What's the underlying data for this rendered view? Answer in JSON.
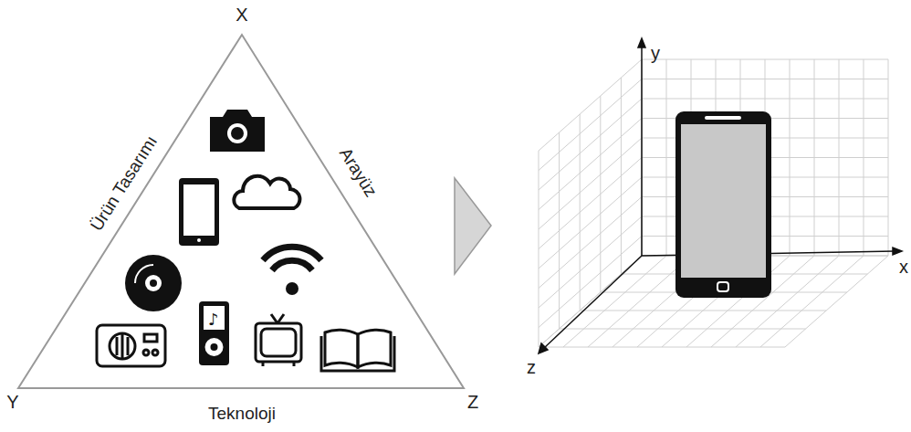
{
  "diagram": {
    "labels": [
      "X",
      "Ürün Tasarımı",
      "Arayüz",
      "Y",
      "Teknoloji",
      "Z",
      "y",
      "x",
      "z"
    ]
  }
}
